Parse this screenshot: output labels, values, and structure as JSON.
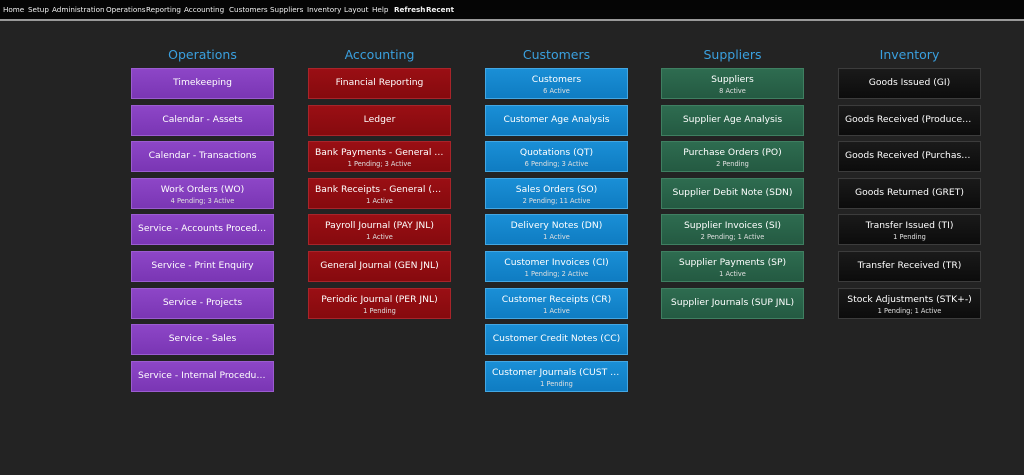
{
  "menu": {
    "items": [
      "Home",
      "Setup",
      "Administration",
      "Operations",
      "Reporting",
      "Accounting",
      "Customers",
      "Suppliers",
      "Inventory",
      "Layout",
      "Help"
    ],
    "refresh": "Refresh",
    "recent": "Recent"
  },
  "columns": [
    {
      "title": "Operations",
      "color": "#7a36b4",
      "tiles": [
        {
          "label": "Timekeeping"
        },
        {
          "label": "Calendar - Assets"
        },
        {
          "label": "Calendar - Transactions"
        },
        {
          "label": "Work Orders (WO)",
          "sub": "4 Pending; 3 Active"
        },
        {
          "label": "Service - Accounts Procedure"
        },
        {
          "label": "Service - Print Enquiry"
        },
        {
          "label": "Service - Projects"
        },
        {
          "label": "Service - Sales"
        },
        {
          "label": "Service - Internal Procedures"
        }
      ]
    },
    {
      "title": "Accounting",
      "color": "#8b0a0e",
      "tiles": [
        {
          "label": "Financial Reporting"
        },
        {
          "label": "Ledger"
        },
        {
          "label": "Bank Payments - General (BANK ...",
          "sub": "1 Pending; 3 Active"
        },
        {
          "label": "Bank Receipts - General (BANK R...",
          "sub": "1 Active"
        },
        {
          "label": "Payroll Journal (PAY JNL)",
          "sub": "1 Active"
        },
        {
          "label": "General Journal (GEN JNL)"
        },
        {
          "label": "Periodic Journal (PER JNL)",
          "sub": "1 Pending"
        }
      ]
    },
    {
      "title": "Customers",
      "color": "#1482c8",
      "tiles": [
        {
          "label": "Customers",
          "sub": "6 Active"
        },
        {
          "label": "Customer Age Analysis"
        },
        {
          "label": "Quotations  (QT)",
          "sub": "6 Pending; 3 Active"
        },
        {
          "label": "Sales Orders (SO)",
          "sub": "2 Pending; 11 Active"
        },
        {
          "label": "Delivery Notes (DN)",
          "sub": "1 Active"
        },
        {
          "label": "Customer Invoices (CI)",
          "sub": "1 Pending; 2 Active"
        },
        {
          "label": "Customer Receipts (CR)",
          "sub": "1 Active"
        },
        {
          "label": "Customer Credit Notes (CC)"
        },
        {
          "label": "Customer Journals (CUST JNL)",
          "sub": "1 Pending"
        }
      ]
    },
    {
      "title": "Suppliers",
      "color": "#245a42",
      "tiles": [
        {
          "label": "Suppliers",
          "sub": "8 Active"
        },
        {
          "label": "Supplier Age Analysis"
        },
        {
          "label": "Purchase Orders (PO)",
          "sub": "2 Pending"
        },
        {
          "label": "Supplier Debit Note (SDN)"
        },
        {
          "label": "Supplier Invoices (SI)",
          "sub": "2 Pending; 1 Active"
        },
        {
          "label": "Supplier Payments (SP)",
          "sub": "1 Active"
        },
        {
          "label": "Supplier Journals (SUP JNL)"
        }
      ]
    },
    {
      "title": "Inventory",
      "color": "#111111",
      "tiles": [
        {
          "label": "Goods Issued (GI)"
        },
        {
          "label": "Goods Received (Produced) (GR-..."
        },
        {
          "label": "Goods Received (Purchased) (GR..."
        },
        {
          "label": "Goods Returned (GRET)"
        },
        {
          "label": "Transfer Issued (TI)",
          "sub": "1 Pending"
        },
        {
          "label": "Transfer Received (TR)"
        },
        {
          "label": "Stock Adjustments (STK+-)",
          "sub": "1 Pending; 1 Active"
        }
      ]
    }
  ]
}
